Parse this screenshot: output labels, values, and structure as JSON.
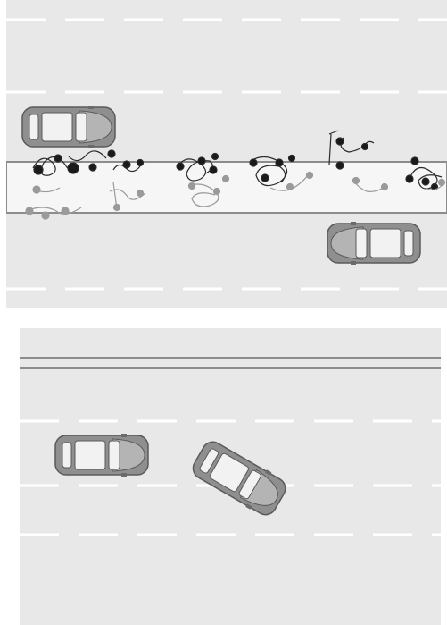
{
  "colors": {
    "road": "#e6e6e6",
    "lane_marking": "#ffffff",
    "barrier": "#8c8c8c",
    "median": "#f7f7f7",
    "car_body": "#8f8f8f",
    "car_glass": "#f2f2f2",
    "car_outline": "#5a5a5a",
    "trajectory_dark": "#1a1a1a",
    "trajectory_light": "#9a9a9a"
  },
  "icons": {
    "car": "car-icon",
    "pedestrian_dark": "pedestrian-trajectory-icon",
    "pedestrian_light": "pedestrian-trajectory-icon"
  },
  "top_panel": {
    "cars": [
      {
        "name": "car-left-lane",
        "heading": "right"
      },
      {
        "name": "car-right-lane",
        "heading": "left"
      }
    ],
    "pedestrian_groups": 7
  },
  "bottom_panel": {
    "cars": [
      {
        "name": "car-straight",
        "heading": "right"
      },
      {
        "name": "car-swerving",
        "heading": "down-right"
      }
    ]
  }
}
